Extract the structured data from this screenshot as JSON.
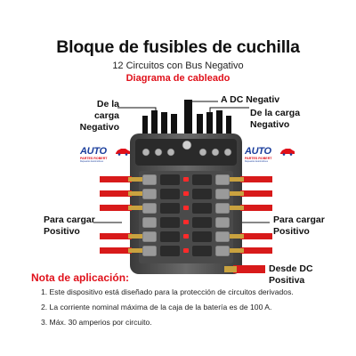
{
  "header": {
    "title": "Bloque de fusibles de cuchilla",
    "subtitle": "12 Circuitos con Bus Negativo",
    "diagram": "Diagrama de cableado"
  },
  "labels": {
    "left_negative": [
      "De la carga",
      "Negativo"
    ],
    "dc_negative": "A DC Negativ",
    "right_negative": [
      "De la carga",
      "Negativo"
    ],
    "left_positive": [
      "Para cargar",
      "Positivo"
    ],
    "right_positive": [
      "Para cargar",
      "Positivo"
    ],
    "dc_positive": [
      "Desde DC",
      "Positiva"
    ]
  },
  "badge": {
    "auto": "AUTO",
    "partes": "PARTES ROBERT",
    "tagline": "Repuestos Automotrices"
  },
  "notes": {
    "title": "Nota de aplicación:",
    "items": [
      "1. Este dispositivo está diseñado para la protección de circuitos derivados.",
      "2. La corriente nominal máxima de la caja de la batería es de 100 A.",
      "3. Máx. 30 amperios por circuito."
    ]
  },
  "colors": {
    "accent_red": "#e0101a",
    "badge_blue": "#1b3e9c",
    "wire_black": "#111111",
    "wire_red": "#d81a1a",
    "terminal_brass": "#c9a23f"
  }
}
